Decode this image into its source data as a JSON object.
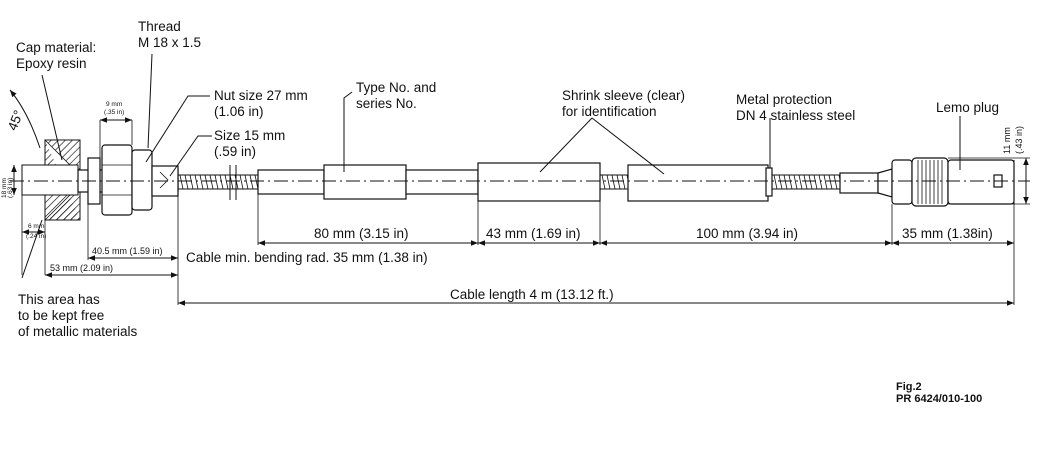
{
  "labels": {
    "cap_material_line1": "Cap material:",
    "cap_material_line2": "Epoxy resin",
    "thread_line1": "Thread",
    "thread_line2": "M 18 x 1.5",
    "nut_line1": "Nut size 27 mm",
    "nut_line2": "(1.06 in)",
    "size_line1": "Size 15 mm",
    "size_line2": "(.59 in)",
    "type_line1": "Type No. and",
    "type_line2": "series No.",
    "shrink_line1": "Shrink sleeve (clear)",
    "shrink_line2": "for identification",
    "metal_line1": "Metal protection",
    "metal_line2": "DN 4 stainless steel",
    "lemo": "Lemo plug",
    "area_line1": "This area has",
    "area_line2": "to be kept free",
    "area_line3": "of metallic materials",
    "angle": "45°"
  },
  "dimensions": {
    "d9mm_line1": "9 mm",
    "d9mm_line2": "(.35 in)",
    "d18mm_line1": "18 mm",
    "d18mm_line2": "(.63 in)",
    "d6mm_line1": "6 mm",
    "d6mm_line2": "(.24 in)",
    "d40_5": "40.5 mm (1.59 in)",
    "d53": "53 mm (2.09 in)",
    "bend": "Cable min. bending rad. 35 mm (1.38 in)",
    "d80": "80 mm (3.15 in)",
    "d43": "43 mm (1.69 in)",
    "d100": "100 mm (3.94 in)",
    "d35": "35 mm (1.38in)",
    "d11_line1": "11 mm",
    "d11_line2": "(.43 in)",
    "cable_length": "Cable length 4 m (13.12 ft.)"
  },
  "figure": {
    "fig_no": "Fig.2",
    "part_no": "PR 6424/010-100"
  }
}
